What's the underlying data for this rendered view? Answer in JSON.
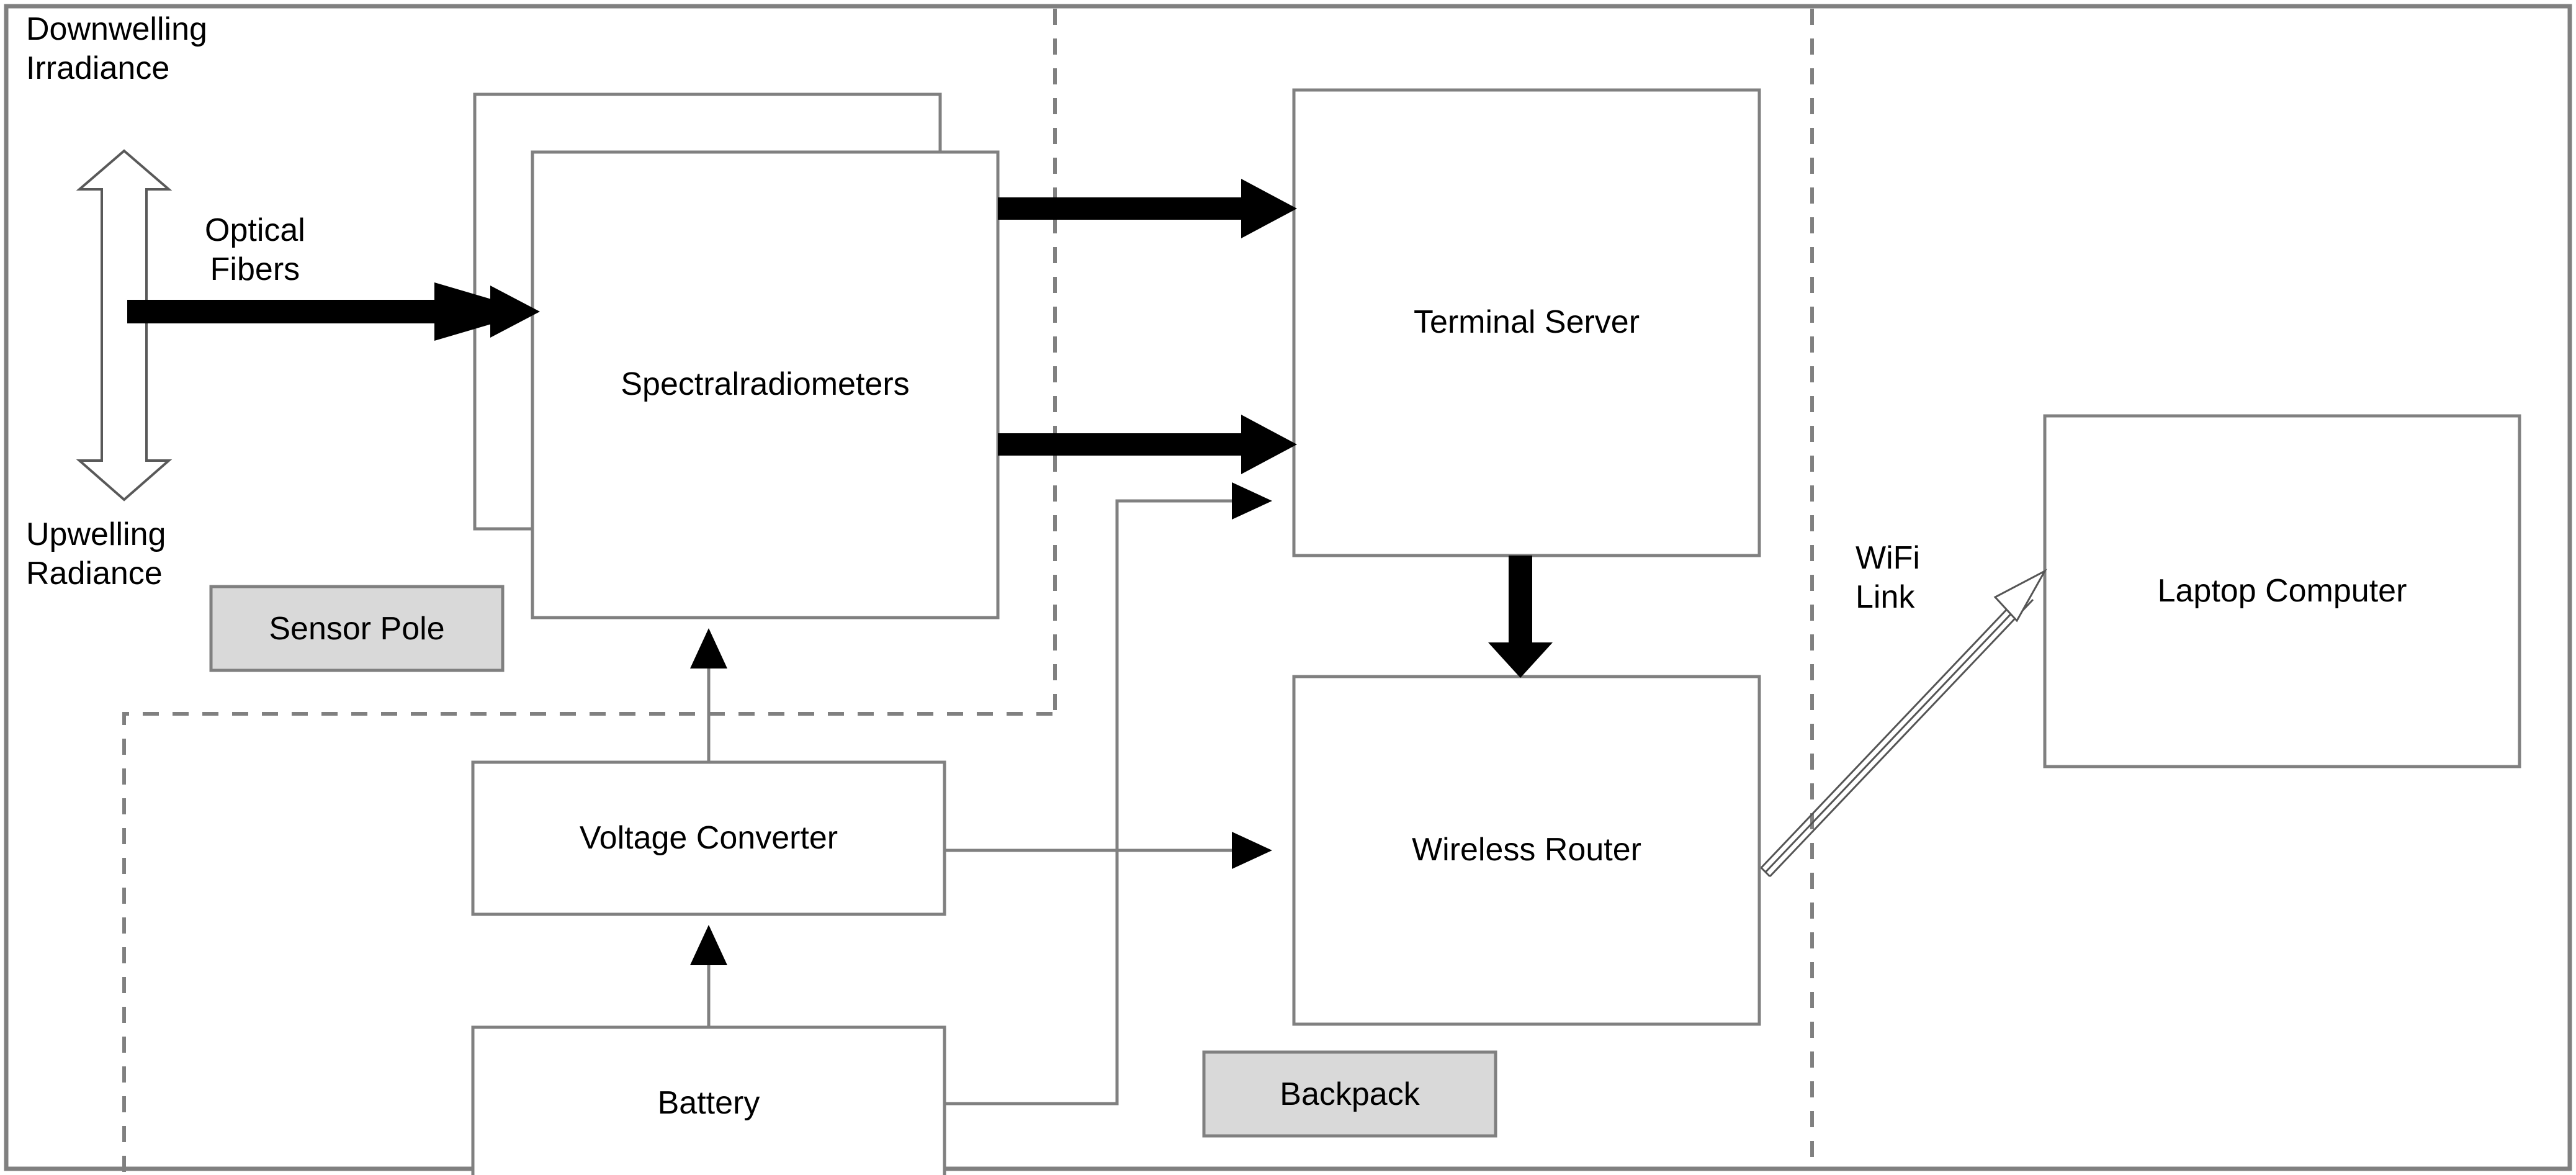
{
  "diagram": {
    "title_text_present": false,
    "frame": {
      "border_color": "#7f7f7f",
      "background": "#ffffff"
    },
    "zones": [
      {
        "id": "sensor-pole",
        "label": "Sensor Pole",
        "fill": "#d9d9d9",
        "stroke": "#808080"
      },
      {
        "id": "backpack",
        "label": "Backpack",
        "fill": "#d9d9d9",
        "stroke": "#808080"
      }
    ],
    "nodes": [
      {
        "id": "spectralradiometers",
        "label": "Spectralradiometers"
      },
      {
        "id": "terminal-server",
        "label": "Terminal Server"
      },
      {
        "id": "wireless-router",
        "label": "Wireless Router"
      },
      {
        "id": "laptop-computer",
        "label": "Laptop Computer"
      },
      {
        "id": "voltage-converter",
        "label": "Voltage Converter"
      },
      {
        "id": "battery",
        "label": "Battery"
      }
    ],
    "annotations": [
      {
        "id": "downwelling-irradiance",
        "label": "Downwelling\nIrradiance"
      },
      {
        "id": "upwelling-radiance",
        "label": "Upwelling\nRadiance"
      },
      {
        "id": "optical-fibers",
        "label": "Optical\nFibers"
      },
      {
        "id": "wifi-link",
        "label": "WiFi\nLink"
      }
    ],
    "edges": [
      {
        "id": "fibers-to-spectralradiometers",
        "style": "thick-solid",
        "from": "optical-fibers",
        "to": "spectralradiometers"
      },
      {
        "id": "spectralradiometers-to-terminal-server-1",
        "style": "thick-solid",
        "from": "spectralradiometers",
        "to": "terminal-server"
      },
      {
        "id": "spectralradiometers-to-terminal-server-2",
        "style": "thick-solid",
        "from": "spectralradiometers",
        "to": "terminal-server"
      },
      {
        "id": "battery-to-terminal-server",
        "style": "thin-solid",
        "from": "battery",
        "to": "terminal-server"
      },
      {
        "id": "battery-to-wireless-router",
        "style": "thin-solid",
        "from": "battery",
        "to": "wireless-router"
      },
      {
        "id": "terminal-server-to-wireless-router",
        "style": "thick-solid",
        "from": "terminal-server",
        "to": "wireless-router"
      },
      {
        "id": "battery-to-voltage-converter",
        "style": "thin-solid",
        "from": "battery",
        "to": "voltage-converter"
      },
      {
        "id": "voltage-converter-to-spectralradiometers",
        "style": "thin-solid",
        "from": "voltage-converter",
        "to": "spectralradiometers"
      },
      {
        "id": "wireless-router-to-laptop-computer",
        "style": "hollow-double-line",
        "from": "wireless-router",
        "to": "laptop-computer"
      },
      {
        "id": "irradiance-radiance-double-arrow",
        "style": "hollow-double-headed",
        "from": "downwelling-irradiance",
        "to": "upwelling-radiance"
      }
    ],
    "dividers": [
      {
        "id": "sensor-pole-boundary",
        "style": "dashed"
      },
      {
        "id": "backpack-boundary",
        "style": "dashed"
      },
      {
        "id": "field-station-boundary",
        "style": "dashed"
      }
    ],
    "colors": {
      "line": "#808080",
      "thick_arrow": "#000000",
      "dashed": "#808080",
      "chip_fill": "#d9d9d9",
      "text": "#000000"
    }
  }
}
